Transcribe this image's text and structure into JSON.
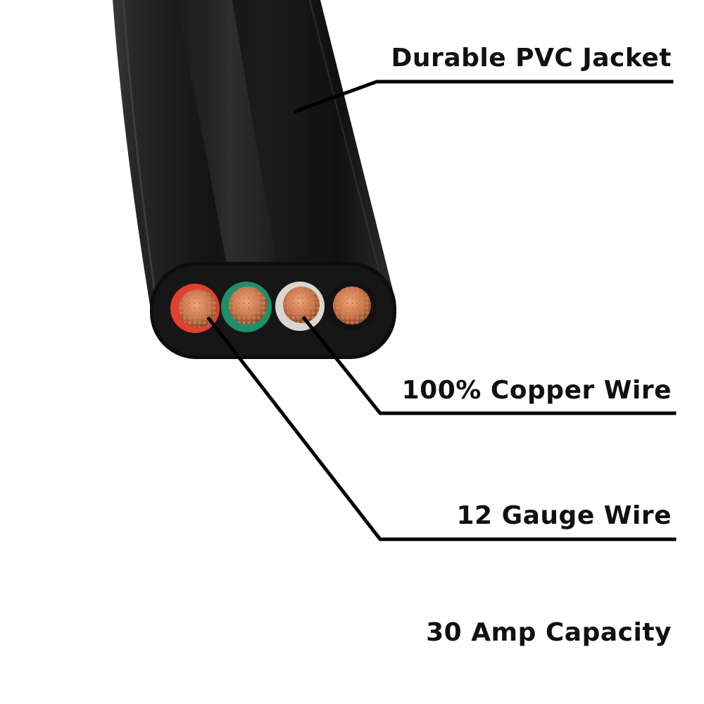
{
  "callouts": {
    "jacket": "Durable PVC Jacket",
    "copper": "100% Copper Wire",
    "gauge": "12 Gauge Wire",
    "amp": "30 Amp Capacity"
  },
  "colors": {
    "background": "#ffffff",
    "jacket": "#1a1a1a",
    "leader_line": "#000000",
    "conductor_red": "#e0412f",
    "conductor_green": "#1f8f6a",
    "conductor_white": "#d9d6cf",
    "conductor_black": "#121212",
    "copper": "#c8774a"
  }
}
